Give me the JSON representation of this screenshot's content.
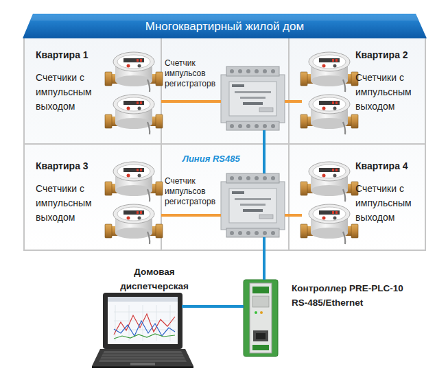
{
  "diagram": {
    "title": "Многоквартирный жилой дом",
    "nodes": [
      {
        "text": [
          "Квартира 1",
          "Счетчики с импульсным выходом"
        ]
      },
      {
        "text": [
          "Счетчик импульсов регистраторв"
        ]
      },
      {
        "text": [
          "Квартира 2",
          "Счетчики с импульсным выходом"
        ]
      },
      {
        "text": [
          "Квартира 3",
          "Счетчики с импульсным выходом"
        ]
      },
      {
        "text": [
          "Счетчик импульсов регистраторв"
        ]
      },
      {
        "text": [
          "Квартира 4",
          "Счетчики с импульсным выходом"
        ]
      },
      {
        "text": [
          "Домовая диспетчерская"
        ]
      },
      {
        "text": [
          "Контроллер PRE-PLC-10 RS-485/Ethernet"
        ]
      }
    ],
    "edges": [
      {
        "from": 0,
        "to": 1,
        "arrow": "none"
      },
      {
        "from": 2,
        "to": 1,
        "arrow": "none"
      },
      {
        "from": 3,
        "to": 4,
        "arrow": "none"
      },
      {
        "from": 5,
        "to": 4,
        "arrow": "none"
      },
      {
        "from": 1,
        "to": 4,
        "label": "Линия RS485",
        "arrow": "none"
      },
      {
        "from": 4,
        "to": 7,
        "arrow": "none"
      },
      {
        "from": 7,
        "to": 6,
        "arrow": "none"
      }
    ]
  }
}
